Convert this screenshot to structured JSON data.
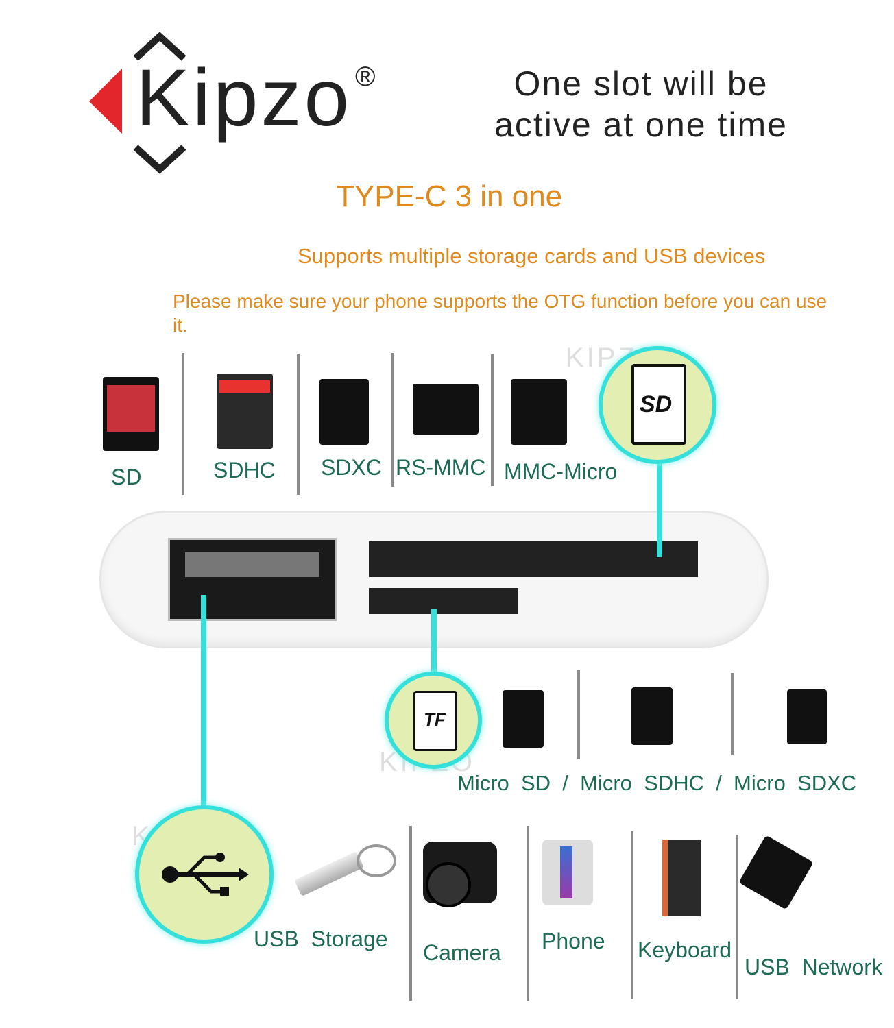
{
  "brand": {
    "name": "Kipzo",
    "registered": "®"
  },
  "headline": "One slot will be active at one time",
  "headline_lines": [
    "One slot will be",
    "active at one time"
  ],
  "title": "TYPE-C 3 in one",
  "subtitle": "Supports multiple storage cards and USB devices",
  "notice": "Please make sure your phone supports the OTG function before you can use it.",
  "watermark": "KIPZO",
  "sd_cards": [
    "SD",
    "SDHC",
    "SDXC",
    "RS-MMC",
    "MMC-Micro"
  ],
  "sd_icon_label": "SD",
  "tf_icon_label": "TF",
  "micro_cards": "Micro  SD  /  Micro  SDHC  /  Micro  SDXC",
  "usb_devices": [
    "USB  Storage",
    "Camera",
    "Phone",
    "Keyboard",
    "USB  Network"
  ],
  "colors": {
    "orange": "#e08a1e",
    "teal_text": "#1d6b57",
    "cyan": "#35e0da",
    "red": "#e3262b"
  }
}
